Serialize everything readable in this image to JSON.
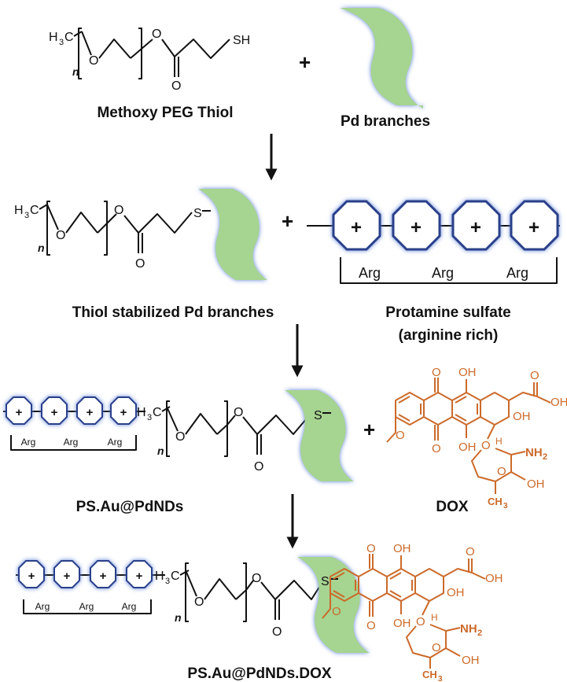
{
  "labels": {
    "methoxy_peg_thiol": "Methoxy PEG Thiol",
    "pd_branches": "Pd branches",
    "thiol_stabilized": "Thiol stabilized Pd branches",
    "protamine_sulfate": "Protamine sulfate",
    "arginine_rich": "(arginine rich)",
    "ps_au_pdnds": "PS.Au@PdNDs",
    "dox": "DOX",
    "ps_au_pdnds_dox": "PS.Au@PdNDs.DOX"
  },
  "atoms": {
    "h3c": "H",
    "h3c_sub": "3",
    "c": "C",
    "o": "O",
    "n": "n",
    "sh": "SH",
    "s": "S",
    "oh": "OH",
    "nh2": "NH",
    "nh2_sub": "2",
    "ch3": "CH",
    "ch3_sub": "3",
    "h": "H"
  },
  "symbols": {
    "plus": "+",
    "arg": "Arg"
  },
  "colors": {
    "pd_green": "#a6d491",
    "glow_blue": "#5b7fd6",
    "dox_orange": "#cc6a2a"
  }
}
